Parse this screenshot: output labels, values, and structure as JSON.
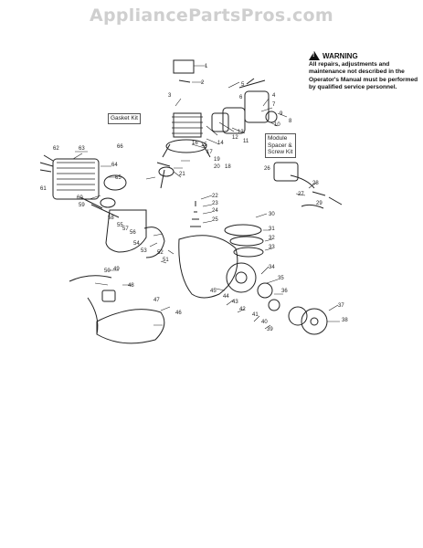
{
  "watermark": "AppliancePartsPros.com",
  "warning": {
    "title": "WARNING",
    "body": "All repairs, adjustments and maintenance not described in the Operator's Manual must be performed by qualified service personnel."
  },
  "callouts": {
    "gasket_kit": {
      "label": "Gasket Kit",
      "number": "66"
    },
    "module_kit": {
      "label": "Module Spacer & Screw Kit",
      "number": "26"
    }
  },
  "part_numbers": [
    "1",
    "2",
    "3",
    "4",
    "5",
    "6",
    "7",
    "8",
    "9",
    "10",
    "11",
    "12",
    "13",
    "14",
    "15",
    "16",
    "17",
    "18",
    "19",
    "20",
    "21",
    "22",
    "23",
    "24",
    "25",
    "27",
    "28",
    "29",
    "30",
    "31",
    "32",
    "33",
    "34",
    "35",
    "36",
    "37",
    "38",
    "39",
    "40",
    "41",
    "42",
    "43",
    "44",
    "45",
    "46",
    "47",
    "48",
    "49",
    "50",
    "51",
    "52",
    "53",
    "54",
    "55",
    "56",
    "57",
    "58",
    "59",
    "60",
    "61",
    "62",
    "63",
    "64",
    "65"
  ]
}
